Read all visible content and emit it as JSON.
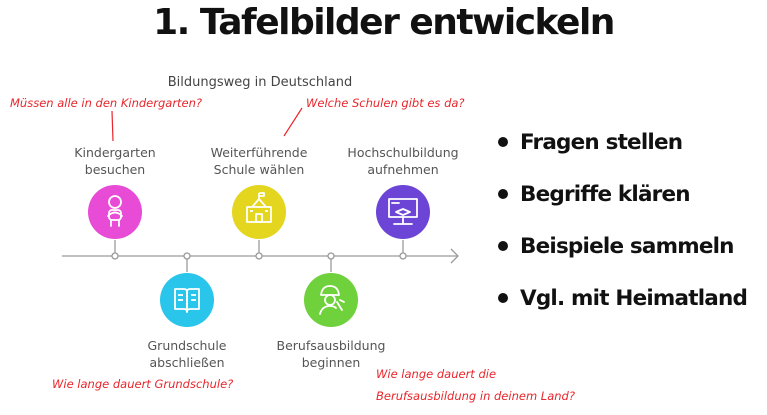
{
  "title": "1. Tafelbilder entwickeln",
  "diagram": {
    "title": "Bildungsweg in Deutschland",
    "steps": [
      {
        "label_line1": "Kindergarten",
        "label_line2": "besuchen",
        "color": "#e84bd6",
        "icon": "child-icon"
      },
      {
        "label_line1": "Grundschule",
        "label_line2": "abschließen",
        "color": "#29c5ea",
        "icon": "book-icon"
      },
      {
        "label_line1": "Weiterführende",
        "label_line2": "Schule wählen",
        "color": "#e4d51e",
        "icon": "school-building-icon"
      },
      {
        "label_line1": "Berufsausbildung",
        "label_line2": "beginnen",
        "color": "#6fd13b",
        "icon": "worker-icon"
      },
      {
        "label_line1": "Hochschulbildung",
        "label_line2": "aufnehmen",
        "color": "#6d45d6",
        "icon": "graduation-board-icon"
      }
    ],
    "notes": [
      {
        "text": "Müssen alle in den Kindergarten?"
      },
      {
        "text": "Welche Schulen gibt es da?"
      },
      {
        "text": "Wie lange dauert Grundschule?"
      },
      {
        "line1": "Wie lange dauert die",
        "line2": "Berufsausbildung in deinem Land?"
      }
    ]
  },
  "bullets": [
    "Fragen stellen",
    "Begriffe klären",
    "Beispiele sammeln",
    "Vgl. mit Heimatland"
  ]
}
